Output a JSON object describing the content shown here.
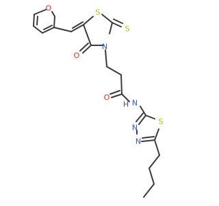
{
  "molecule": {
    "atoms": [
      {
        "id": "o_furan",
        "label": "O",
        "color": "#e8291c"
      },
      {
        "id": "o_ketone",
        "label": "O",
        "color": "#e8291c"
      },
      {
        "id": "o_amide",
        "label": "O",
        "color": "#e8291c"
      },
      {
        "id": "s_ring",
        "label": "S",
        "color": "#c8b400"
      },
      {
        "id": "s_thione",
        "label": "S",
        "color": "#c8b400"
      },
      {
        "id": "s_thiadiazole",
        "label": "S",
        "color": "#c8b400"
      },
      {
        "id": "n_ring",
        "label": "N",
        "color": "#3050f8"
      },
      {
        "id": "n_amide",
        "label": "N",
        "color": "#3050f8"
      },
      {
        "id": "h_amide",
        "label": "H",
        "color": "#3050f8"
      },
      {
        "id": "n_td1",
        "label": "N",
        "color": "#3050f8"
      },
      {
        "id": "n_td2",
        "label": "N",
        "color": "#3050f8"
      }
    ]
  }
}
